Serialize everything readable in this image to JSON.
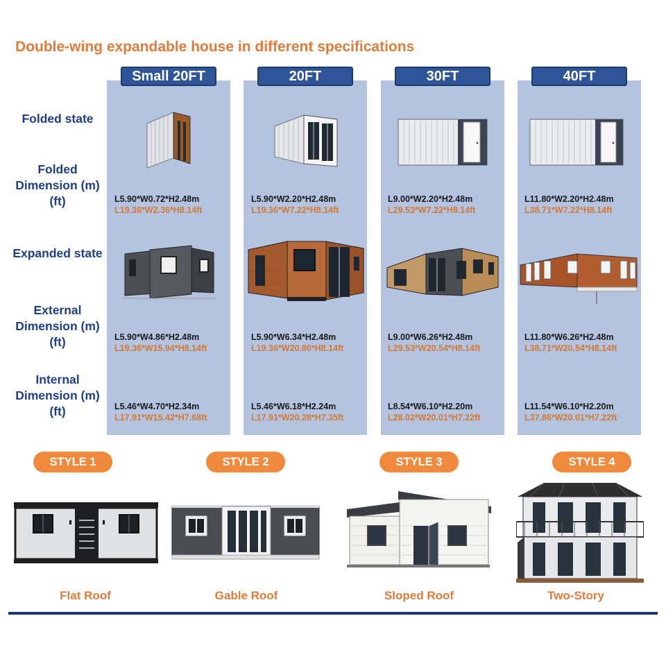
{
  "title": "Double-wing expandable house in different specifications",
  "row_labels": {
    "folded_state": "Folded state",
    "folded_dimension": "Folded Dimension (m) (ft)",
    "expanded_state": "Expanded state",
    "external_dimension": "External Dimension (m) (ft)",
    "internal_dimension": "Internal Dimension (m) (ft)"
  },
  "specs": [
    {
      "header": "Small 20FT",
      "folded_m": "L5.90*W0.72*H2.48m",
      "folded_ft": "L19.36*W2.36*H8.14ft",
      "external_m": "L5.90*W4.86*H2.48m",
      "external_ft": "L19.36*W15.94*H8.14ft",
      "internal_m": "L5.46*W4.70*H2.34m",
      "internal_ft": "L17.91*W15.42*H7.68ft"
    },
    {
      "header": "20FT",
      "folded_m": "L5.90*W2.20*H2.48m",
      "folded_ft": "L19.36*W7.22*H8.14ft",
      "external_m": "L5.90*W6.34*H2.48m",
      "external_ft": "L19.36*W20.80*H8.14ft",
      "internal_m": "L5.46*W6.18*H2.24m",
      "internal_ft": "L17.91*W20.28*H7.35ft"
    },
    {
      "header": "30FT",
      "folded_m": "L9.00*W2.20*H2.48m",
      "folded_ft": "L29.53*W7.22*H8.14ft",
      "external_m": "L9.00*W6.26*H2.48m",
      "external_ft": "L29.53*W20.54*H8.14ft",
      "internal_m": "L8.54*W6.10*H2.20m",
      "internal_ft": "L28.02*W20.01*H7.22ft"
    },
    {
      "header": "40FT",
      "folded_m": "L11.80*W2.20*H2.48m",
      "folded_ft": "L38.71*W7.22*H8.14ft",
      "external_m": "L11.80*W6.26*H2.48m",
      "external_ft": "L38.71*W20.54*H8.14ft",
      "internal_m": "L11.54*W6.10*H2.20m",
      "internal_ft": "L37.86*W20.01*H7.22ft"
    }
  ],
  "styles": [
    {
      "label": "STYLE 1",
      "name": "Flat Roof"
    },
    {
      "label": "STYLE 2",
      "name": "Gable Roof"
    },
    {
      "label": "STYLE 3",
      "name": "Sloped Roof"
    },
    {
      "label": "STYLE 4",
      "name": "Two-Story"
    }
  ],
  "colors": {
    "title_orange": "#e07b39",
    "header_blue": "#2e5597",
    "column_bg": "#b4c3e0",
    "label_blue": "#1f3f86",
    "ft_orange": "#d27a33",
    "pill_orange": "#ef8a3c"
  }
}
